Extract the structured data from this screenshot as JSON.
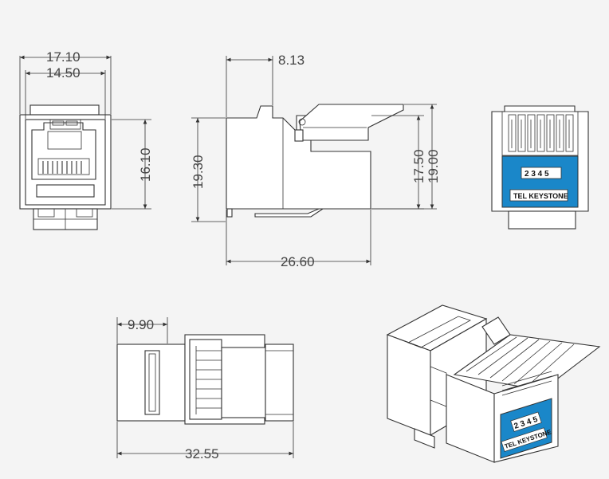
{
  "dimensions": {
    "front_width_outer": "17.10",
    "front_width_inner": "14.50",
    "front_height": "16.10",
    "side_depth_top": "8.13",
    "side_height_left": "19.30",
    "side_height_inner": "17.50",
    "side_height_outer": "19.00",
    "side_length": "26.60",
    "top_offset": "9.90",
    "top_length": "32.55"
  },
  "label": {
    "numbers": "2 3 4 5",
    "brand": "TEL KEYSTONE",
    "color": "#1a87c9"
  }
}
